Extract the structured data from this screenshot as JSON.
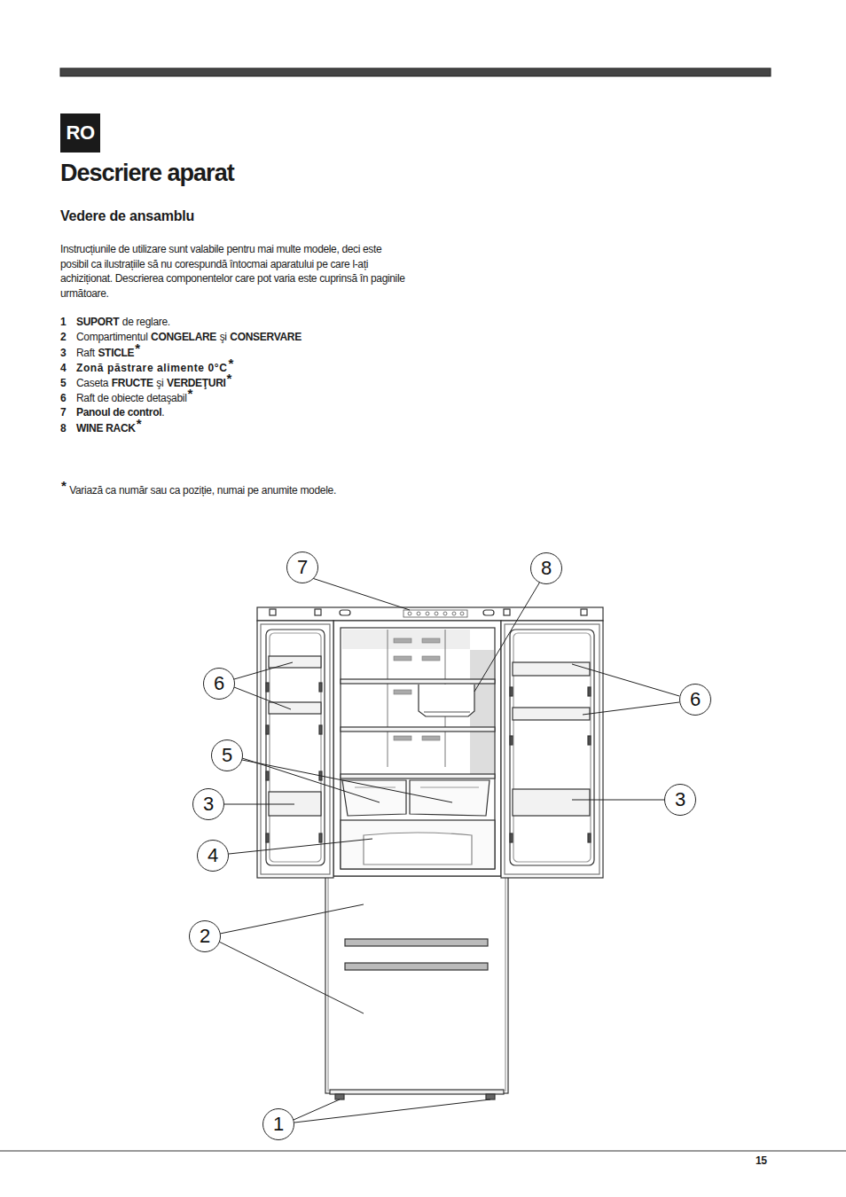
{
  "diagram": {
    "title": "Descriere aparat",
    "nodes": [
      {
        "text": [
          "RO"
        ]
      },
      {
        "text": [
          "7"
        ]
      },
      {
        "text": [
          "8"
        ]
      },
      {
        "text": [
          "6"
        ]
      },
      {
        "text": [
          "6"
        ]
      },
      {
        "text": [
          "5"
        ]
      },
      {
        "text": [
          "3"
        ]
      },
      {
        "text": [
          "3"
        ]
      },
      {
        "text": [
          "4"
        ]
      },
      {
        "text": [
          "2"
        ]
      },
      {
        "text": [
          "1"
        ]
      }
    ],
    "labels": [
      "Vedere de ansamblu",
      "Instrucțiunile de utilizare sunt valabile pentru mai multe modele, deci este posibil ca ilustrațiile să nu corespundă întocmai aparatului pe care l-ați achiziționat. Descrierea componentelor care pot varia este cuprinsă în paginile următoare.",
      "1",
      "SUPORT",
      "de reglare.",
      "2",
      "Compartimentul",
      "CONGELARE",
      "şi",
      "CONSERVARE",
      "3",
      "Raft",
      "STICLE",
      "*",
      "4",
      "Zonă păstrare alimente 0°C",
      "*",
      "5",
      "Caseta",
      "FRUCTE",
      "şi",
      "VERDEŢURI",
      "*",
      "6",
      "Raft de obiecte detaşabil",
      "*",
      "7",
      "Panoul de control",
      ".",
      "8",
      "WINE RACK",
      "*",
      "*",
      "Variază ca număr sau ca poziție, numai pe anumite modele.",
      "15"
    ]
  }
}
